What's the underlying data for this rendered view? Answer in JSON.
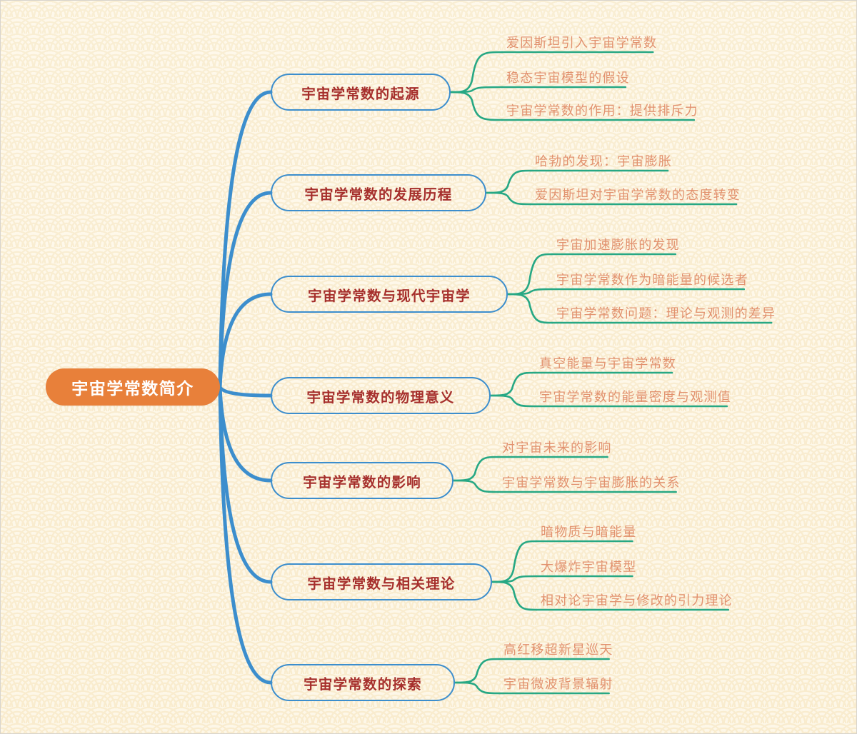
{
  "document": {
    "type": "mindmap",
    "title": "宇宙学常数简介",
    "language": "zh-CN",
    "background_style": "seigaiha-wave-pattern"
  },
  "colors": {
    "central_fill": "#e8803a",
    "central_text": "#ffffff",
    "branch_border": "#3c8ecd",
    "branch_text": "#a62f2c",
    "leaf_text": "#e2926f",
    "leaf_underline": "#27a884",
    "connector_primary": "#3c8ecd",
    "connector_secondary": "#27a884",
    "background_base": "#fdf6e6",
    "background_wave": "#f7e7c4"
  },
  "central": {
    "label": "宇宙学常数简介"
  },
  "branches": [
    {
      "id": "origin",
      "label": "宇宙学常数的起源",
      "leaves": [
        {
          "label": "爱因斯坦引入宇宙学常数"
        },
        {
          "label": "稳态宇宙模型的假设"
        },
        {
          "label": "宇宙学常数的作用：提供排斥力"
        }
      ]
    },
    {
      "id": "development",
      "label": "宇宙学常数的发展历程",
      "leaves": [
        {
          "label": "哈勃的发现：宇宙膨胀"
        },
        {
          "label": "爱因斯坦对宇宙学常数的态度转变"
        }
      ]
    },
    {
      "id": "modern-cosmology",
      "label": "宇宙学常数与现代宇宙学",
      "leaves": [
        {
          "label": "宇宙加速膨胀的发现"
        },
        {
          "label": "宇宙学常数作为暗能量的候选者"
        },
        {
          "label": "宇宙学常数问题：理论与观测的差异"
        }
      ]
    },
    {
      "id": "physical-meaning",
      "label": "宇宙学常数的物理意义",
      "leaves": [
        {
          "label": "真空能量与宇宙学常数"
        },
        {
          "label": "宇宙学常数的能量密度与观测值"
        }
      ]
    },
    {
      "id": "impact",
      "label": "宇宙学常数的影响",
      "leaves": [
        {
          "label": "对宇宙未来的影响"
        },
        {
          "label": "宇宙学常数与宇宙膨胀的关系"
        }
      ]
    },
    {
      "id": "related-theories",
      "label": "宇宙学常数与相关理论",
      "leaves": [
        {
          "label": "暗物质与暗能量"
        },
        {
          "label": "大爆炸宇宙模型"
        },
        {
          "label": "相对论宇宙学与修改的引力理论"
        }
      ]
    },
    {
      "id": "exploration",
      "label": "宇宙学常数的探索",
      "leaves": [
        {
          "label": "高红移超新星巡天"
        },
        {
          "label": "宇宙微波背景辐射"
        }
      ]
    }
  ]
}
